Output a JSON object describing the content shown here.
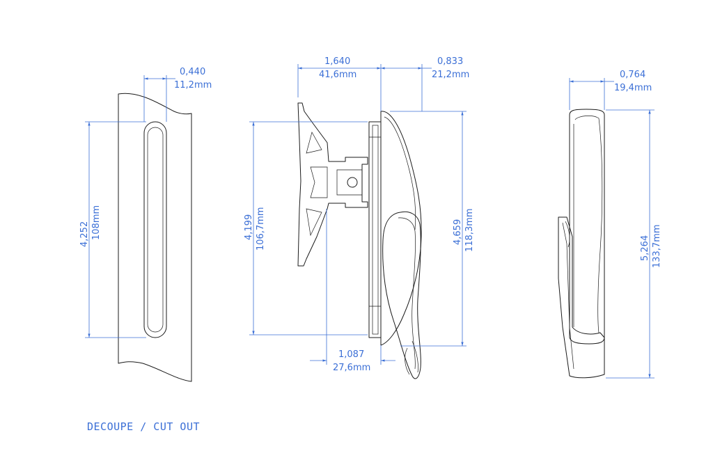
{
  "caption": "DECOUPE / CUT OUT",
  "dimensions": {
    "cutout_width_in": "0,440",
    "cutout_width_mm": "11,2mm",
    "cutout_height_in": "4,252",
    "cutout_height_mm": "108mm",
    "body_depth_in": "1,640",
    "body_depth_mm": "41,6mm",
    "lever_depth_in": "0,833",
    "lever_depth_mm": "21,2mm",
    "body_height_in": "4,199",
    "body_height_mm": "106,7mm",
    "overall_height_in": "4,659",
    "overall_height_mm": "118,3mm",
    "flange_in": "1,087",
    "flange_mm": "27,6mm",
    "side_width_in": "0,764",
    "side_width_mm": "19,4mm",
    "side_height_in": "5,264",
    "side_height_mm": "133,7mm"
  },
  "colors": {
    "dimension": "#3b6fd6",
    "outline": "#1a1a1a"
  }
}
